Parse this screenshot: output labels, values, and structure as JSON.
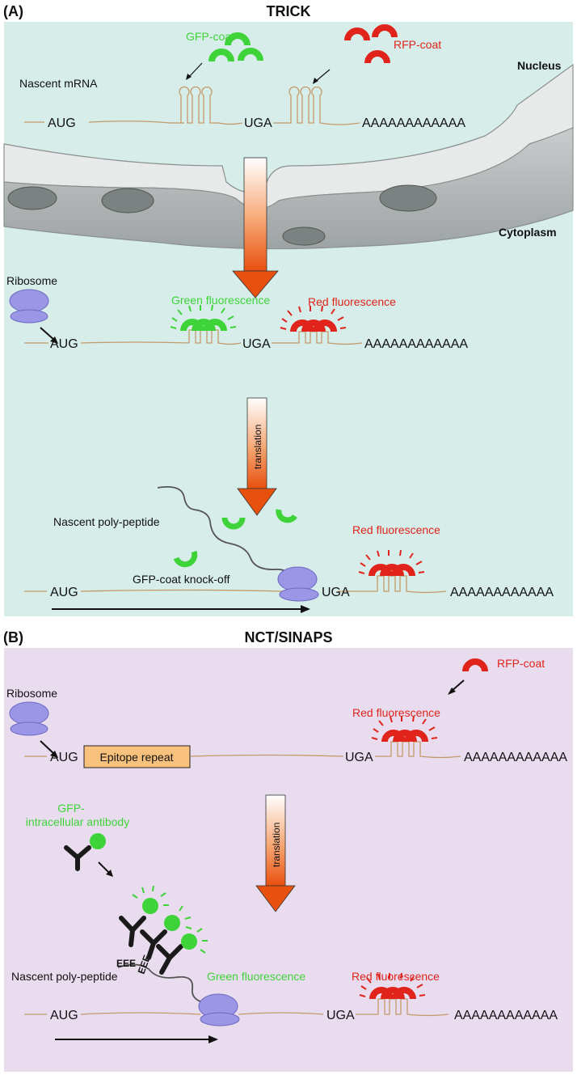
{
  "panel_a": {
    "letter": "(A)",
    "title": "TRICK",
    "nucleus": "Nucleus",
    "cytoplasm": "Cytoplasm",
    "nascent_mrna": "Nascent mRNA",
    "gfp_coat": "GFP-coat",
    "rfp_coat": "RFP-coat",
    "ribosome": "Ribosome",
    "green_fluorescence": "Green fluorescence",
    "red_fluorescence": "Red fluorescence",
    "translation": "translation",
    "nascent_polypeptide": "Nascent poly-peptide",
    "gfp_knockoff": "GFP-coat knock-off",
    "red_fluorescence_2": "Red fluorescence",
    "aug": "AUG",
    "uga": "UGA",
    "polya": "AAAAAAAAAAAA"
  },
  "panel_b": {
    "letter": "(B)",
    "title": "NCT/SINAPS",
    "rfp_coat": "RFP-coat",
    "ribosome": "Ribosome",
    "red_fluorescence": "Red fluorescence",
    "epitope_repeat": "Epitope repeat",
    "gfp_antibody_line1": "GFP-",
    "gfp_antibody_line2": "intracellular antibody",
    "translation": "translation",
    "nascent_polypeptide": "Nascent poly-peptide",
    "green_fluorescence": "Green fluorescence",
    "red_fluorescence_2": "Red fluorescence",
    "epitope_letters": "EEE",
    "epitope_letters_2": "EEE",
    "aug": "AUG",
    "uga": "UGA",
    "polya": "AAAAAAAAAAAA"
  },
  "colors": {
    "panel_a_bg": "#d6ede9",
    "panel_b_bg": "#e9dcef",
    "green": "#3fd33a",
    "red": "#e0241b",
    "ribosome": "#9b97e6",
    "mrna": "#c39a6a",
    "epitope_box": "#f9c27c"
  }
}
